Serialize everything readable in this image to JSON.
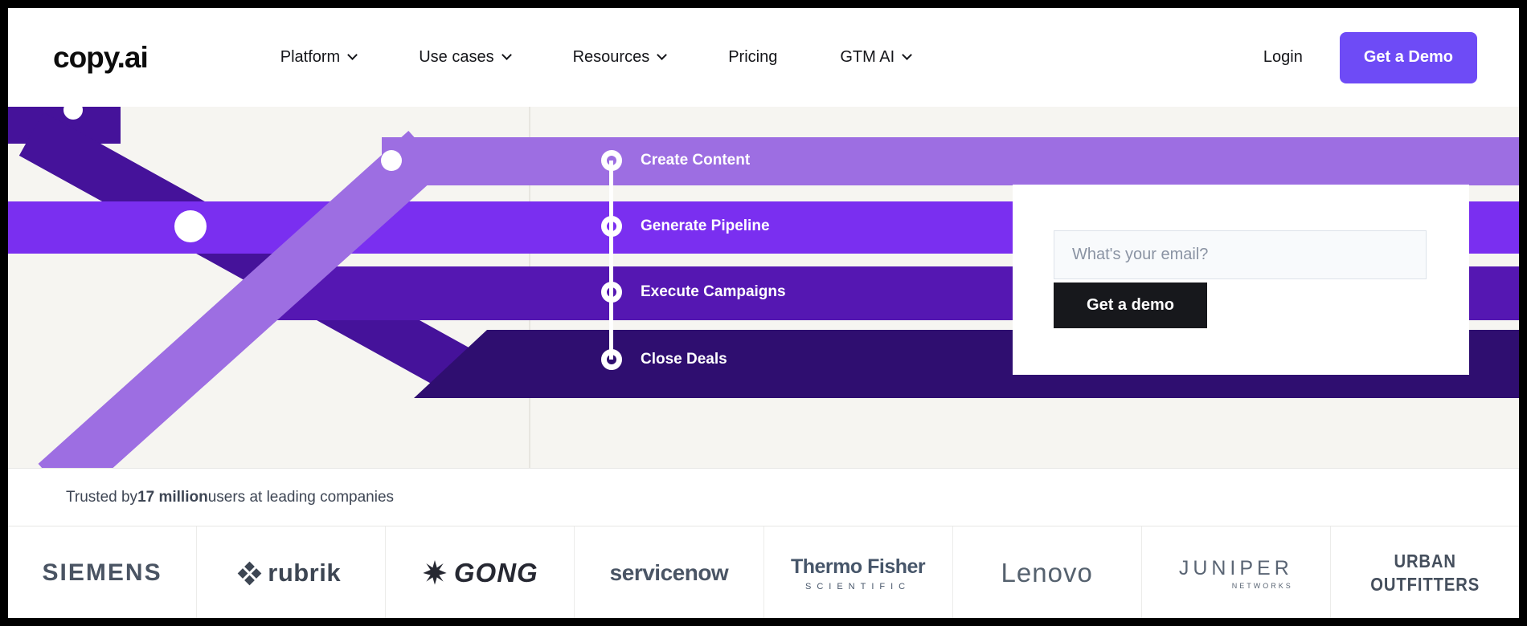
{
  "theme": {
    "accent": "#6e4bf6",
    "cta_dark": "#17181c",
    "logo_gray": "#4a5463"
  },
  "brand": {
    "logo": "copy.ai"
  },
  "nav": {
    "items": [
      {
        "label": "Platform",
        "has_dropdown": true
      },
      {
        "label": "Use cases",
        "has_dropdown": true
      },
      {
        "label": "Resources",
        "has_dropdown": true
      },
      {
        "label": "Pricing",
        "has_dropdown": false
      },
      {
        "label": "GTM AI",
        "has_dropdown": true
      }
    ],
    "login_label": "Login",
    "cta_label": "Get a Demo"
  },
  "hero": {
    "stops": [
      {
        "label": "Create Content"
      },
      {
        "label": "Generate Pipeline"
      },
      {
        "label": "Execute Campaigns"
      },
      {
        "label": "Close Deals"
      }
    ],
    "email_form": {
      "placeholder": "What's your email?",
      "submit_label": "Get a demo"
    },
    "colors": {
      "band_light": "#9d6ee2",
      "band_bright": "#7a2ff0",
      "band_dark": "#5517b2",
      "band_darkest": "#2f0e70",
      "diagonal_dark": "#45129a"
    }
  },
  "trusted": {
    "prefix": "Trusted by ",
    "highlight": "17 million",
    "suffix": " users at leading companies"
  },
  "logos": [
    {
      "name": "SIEMENS"
    },
    {
      "name": "rubrik"
    },
    {
      "name": "GONG"
    },
    {
      "name": "servicenow"
    },
    {
      "name": "Thermo Fisher",
      "sub": "SCIENTIFIC"
    },
    {
      "name": "Lenovo"
    },
    {
      "name": "Juniper",
      "sub": "NETWORKS"
    },
    {
      "name": "URBAN",
      "sub": "OUTFITTERS"
    }
  ]
}
